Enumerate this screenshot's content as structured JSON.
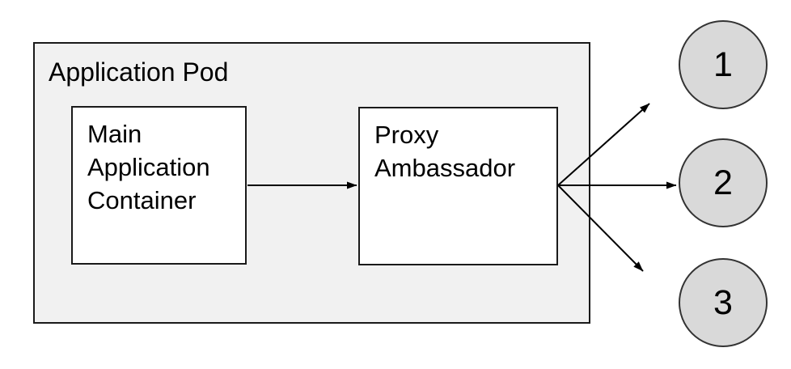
{
  "colors": {
    "canvas_bg": "#ffffff",
    "pod_fill": "#f1f1f1",
    "pod_border": "#1a1a1a",
    "node_fill": "#ffffff",
    "node_border": "#1a1a1a",
    "endpoint_fill": "#d9d9d9",
    "endpoint_border": "#333333",
    "arrow": "#000000",
    "text": "#000000"
  },
  "pod": {
    "label": "Application Pod"
  },
  "nodes": {
    "main_container": {
      "label": "Main\nApplication\nContainer"
    },
    "proxy_ambassador": {
      "label": "Proxy\nAmbassador"
    }
  },
  "endpoints": [
    {
      "id": "1",
      "label": "1"
    },
    {
      "id": "2",
      "label": "2"
    },
    {
      "id": "3",
      "label": "3"
    }
  ],
  "connections": [
    {
      "from": "Main Application Container",
      "to": "Proxy Ambassador"
    },
    {
      "from": "Proxy Ambassador",
      "to": "1"
    },
    {
      "from": "Proxy Ambassador",
      "to": "2"
    },
    {
      "from": "Proxy Ambassador",
      "to": "3"
    }
  ]
}
